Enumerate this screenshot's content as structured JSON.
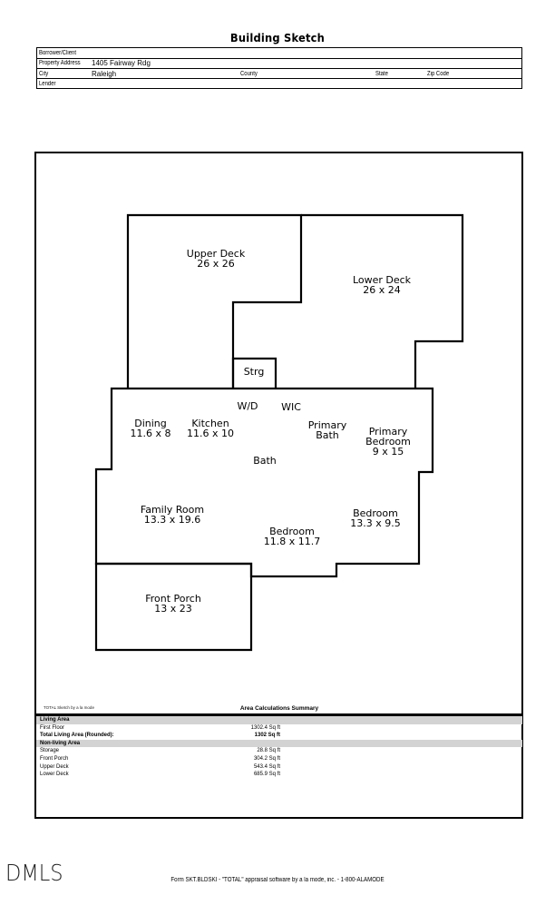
{
  "document": {
    "title": "Building Sketch"
  },
  "header": {
    "fields": [
      {
        "label": "Borrower/Client",
        "value": ""
      },
      {
        "label": "Property Address",
        "value": "1405 Fairway Rdg"
      },
      {
        "label": "City",
        "value": "Raleigh",
        "county_label": "County",
        "county_value": "",
        "state_label": "State",
        "state_value": "",
        "zip_label": "Zip Code",
        "zip_value": ""
      },
      {
        "label": "Lender",
        "value": ""
      }
    ]
  },
  "sketch": {
    "rooms": [
      {
        "name": "Upper Deck",
        "dims": "26 x 26"
      },
      {
        "name": "Lower Deck",
        "dims": "26 x 24"
      },
      {
        "name": "Strg",
        "dims": ""
      },
      {
        "name": "W/D",
        "dims": ""
      },
      {
        "name": "WIC",
        "dims": ""
      },
      {
        "name": "Dining",
        "dims": "11.6 x 8"
      },
      {
        "name": "Kitchen",
        "dims": "11.6 x 10"
      },
      {
        "name": "Primary\nBath",
        "dims": ""
      },
      {
        "name": "Primary\nBedroom",
        "dims": "9 x 15"
      },
      {
        "name": "Bath",
        "dims": ""
      },
      {
        "name": "Family Room",
        "dims": "13.3 x 19.6"
      },
      {
        "name": "Bedroom",
        "dims": "13.3 x 9.5"
      },
      {
        "name": "Bedroom",
        "dims": "11.8 x 11.7"
      },
      {
        "name": "Front Porch",
        "dims": "13 x 23"
      }
    ]
  },
  "summary": {
    "credit": "TOTAL Sketch by a la mode",
    "title": "Area Calculations Summary",
    "rows": [
      {
        "type": "band",
        "name": "Living Area",
        "value": ""
      },
      {
        "type": "item",
        "name": "First Floor",
        "value": "1302.4 Sq ft"
      },
      {
        "type": "bold",
        "name": "Total Living Area (Rounded):",
        "value": "1302 Sq ft"
      },
      {
        "type": "band",
        "name": "Non-living Area",
        "value": ""
      },
      {
        "type": "item",
        "name": "Storage",
        "value": "28.8 Sq ft"
      },
      {
        "type": "item",
        "name": "Front Porch",
        "value": "304.2 Sq ft"
      },
      {
        "type": "item",
        "name": "Upper Deck",
        "value": "543.4 Sq ft"
      },
      {
        "type": "item",
        "name": "Lower Deck",
        "value": "685.9 Sq ft"
      }
    ]
  },
  "footer": {
    "logo": "DMLS",
    "text": "Form SKT.BLDSKI - \"TOTAL\" appraisal software by a la mode, inc. - 1-800-ALAMODE"
  }
}
